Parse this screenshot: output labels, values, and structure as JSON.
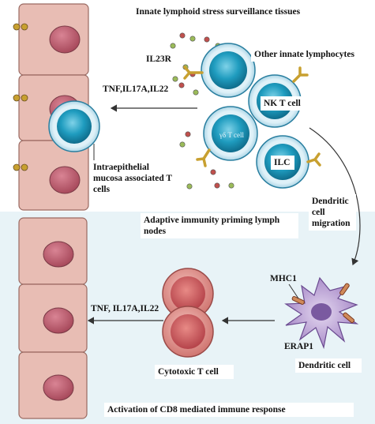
{
  "sections": {
    "top_title": "Innate lymphoid stress surveillance tissues",
    "middle_title": "Adaptive immunity priming lymph nodes",
    "bottom_title": "Activation of CD8 mediated immune response"
  },
  "labels": {
    "il23r": "IL23R",
    "other_innate": "Other innate lymphocytes",
    "cytokines_top": "TNF,IL17A,IL22",
    "nk_t_cell": "NK T cell",
    "gd_t_cell": "γδ T cell",
    "ilc": "ILC",
    "intraepithelial": "Intraepithelial mucosa associated T cells",
    "dc_migration": "Dendritic cell migration",
    "mhc1": "MHC1",
    "cytokines_bottom": "TNF, IL17A,IL22",
    "erap1": "ERAP1",
    "cytotoxic_t_cell": "Cytotoxic T cell",
    "dendritic_cell": "Dendritic cell"
  },
  "colors": {
    "epithelial_cell": "#e8bdb4",
    "epithelial_nucleus": "#b85a6a",
    "innate_cell_outer": "#bfe3f2",
    "innate_cell_inner": "#1c8fb0",
    "cytotoxic_t_cell": "#cf5a5e",
    "dendritic_cell": "#b49bd0",
    "receptor": "#c8a030",
    "bottom_panel": "#e8f3f7"
  }
}
